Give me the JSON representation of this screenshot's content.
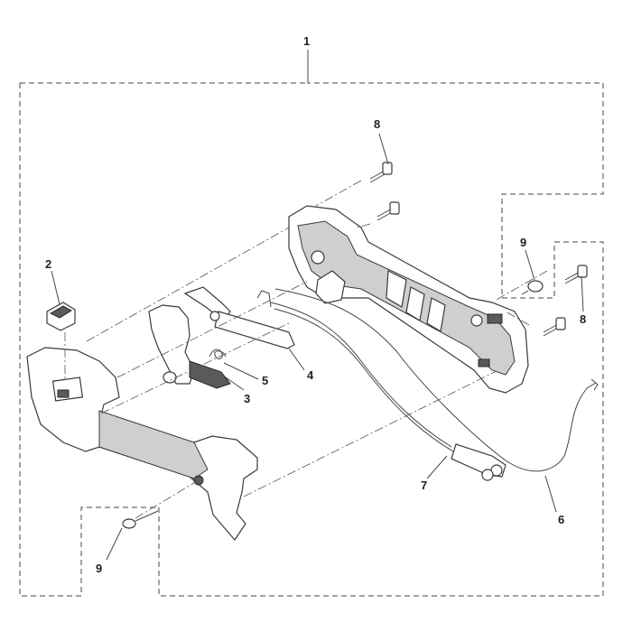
{
  "diagram": {
    "callouts": [
      {
        "id": "c1",
        "label": "1"
      },
      {
        "id": "c2",
        "label": "2"
      },
      {
        "id": "c3",
        "label": "3"
      },
      {
        "id": "c4",
        "label": "4"
      },
      {
        "id": "c5",
        "label": "5"
      },
      {
        "id": "c6",
        "label": "6"
      },
      {
        "id": "c7",
        "label": "7"
      },
      {
        "id": "c8a",
        "label": "8"
      },
      {
        "id": "c8b",
        "label": "8"
      },
      {
        "id": "c9a",
        "label": "9"
      },
      {
        "id": "c9b",
        "label": "9"
      }
    ],
    "colors": {
      "line": "#444444",
      "part_fill": "#ffffff",
      "shade": "#cfcfcf",
      "dark": "#5a5a5a"
    }
  }
}
